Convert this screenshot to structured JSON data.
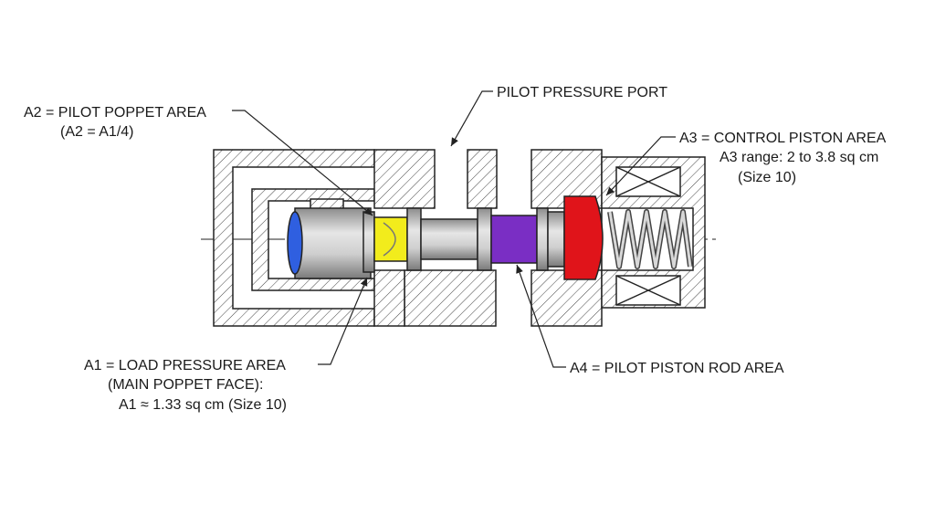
{
  "labels": {
    "pilot_port": "PILOT PRESSURE PORT",
    "a2_line1": "A2 = PILOT POPPET AREA",
    "a2_line2": "(A2 = A1/4)",
    "a3_line1": "A3 = CONTROL PISTON AREA",
    "a3_line2": "A3 range: 2 to 3.8 sq cm",
    "a3_line3": "(Size 10)",
    "a1_line1": "A1 = LOAD PRESSURE AREA",
    "a1_line2": "(MAIN POPPET FACE):",
    "a1_line3": "A1 ≈ 1.33 sq cm (Size 10)",
    "a4_line1": "A4 = PILOT PISTON ROD AREA"
  },
  "colors": {
    "main_poppet_face": "#2f5fe0",
    "pilot_poppet": "#f2ec1c",
    "pilot_piston_rod": "#7a2ec4",
    "control_piston": "#e0141a",
    "steel": "#c4c4c4",
    "line": "#222222"
  }
}
